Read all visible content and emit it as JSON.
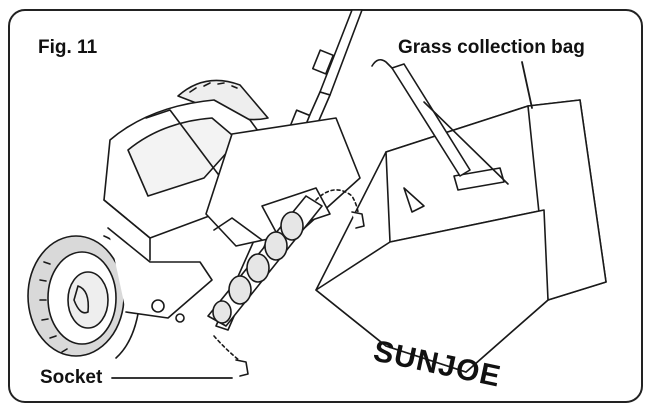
{
  "figure": {
    "title": "Fig. 11",
    "labels": {
      "grass_collection_bag": "Grass collection bag",
      "socket": "Socket"
    },
    "brand": "SUNJOE"
  }
}
